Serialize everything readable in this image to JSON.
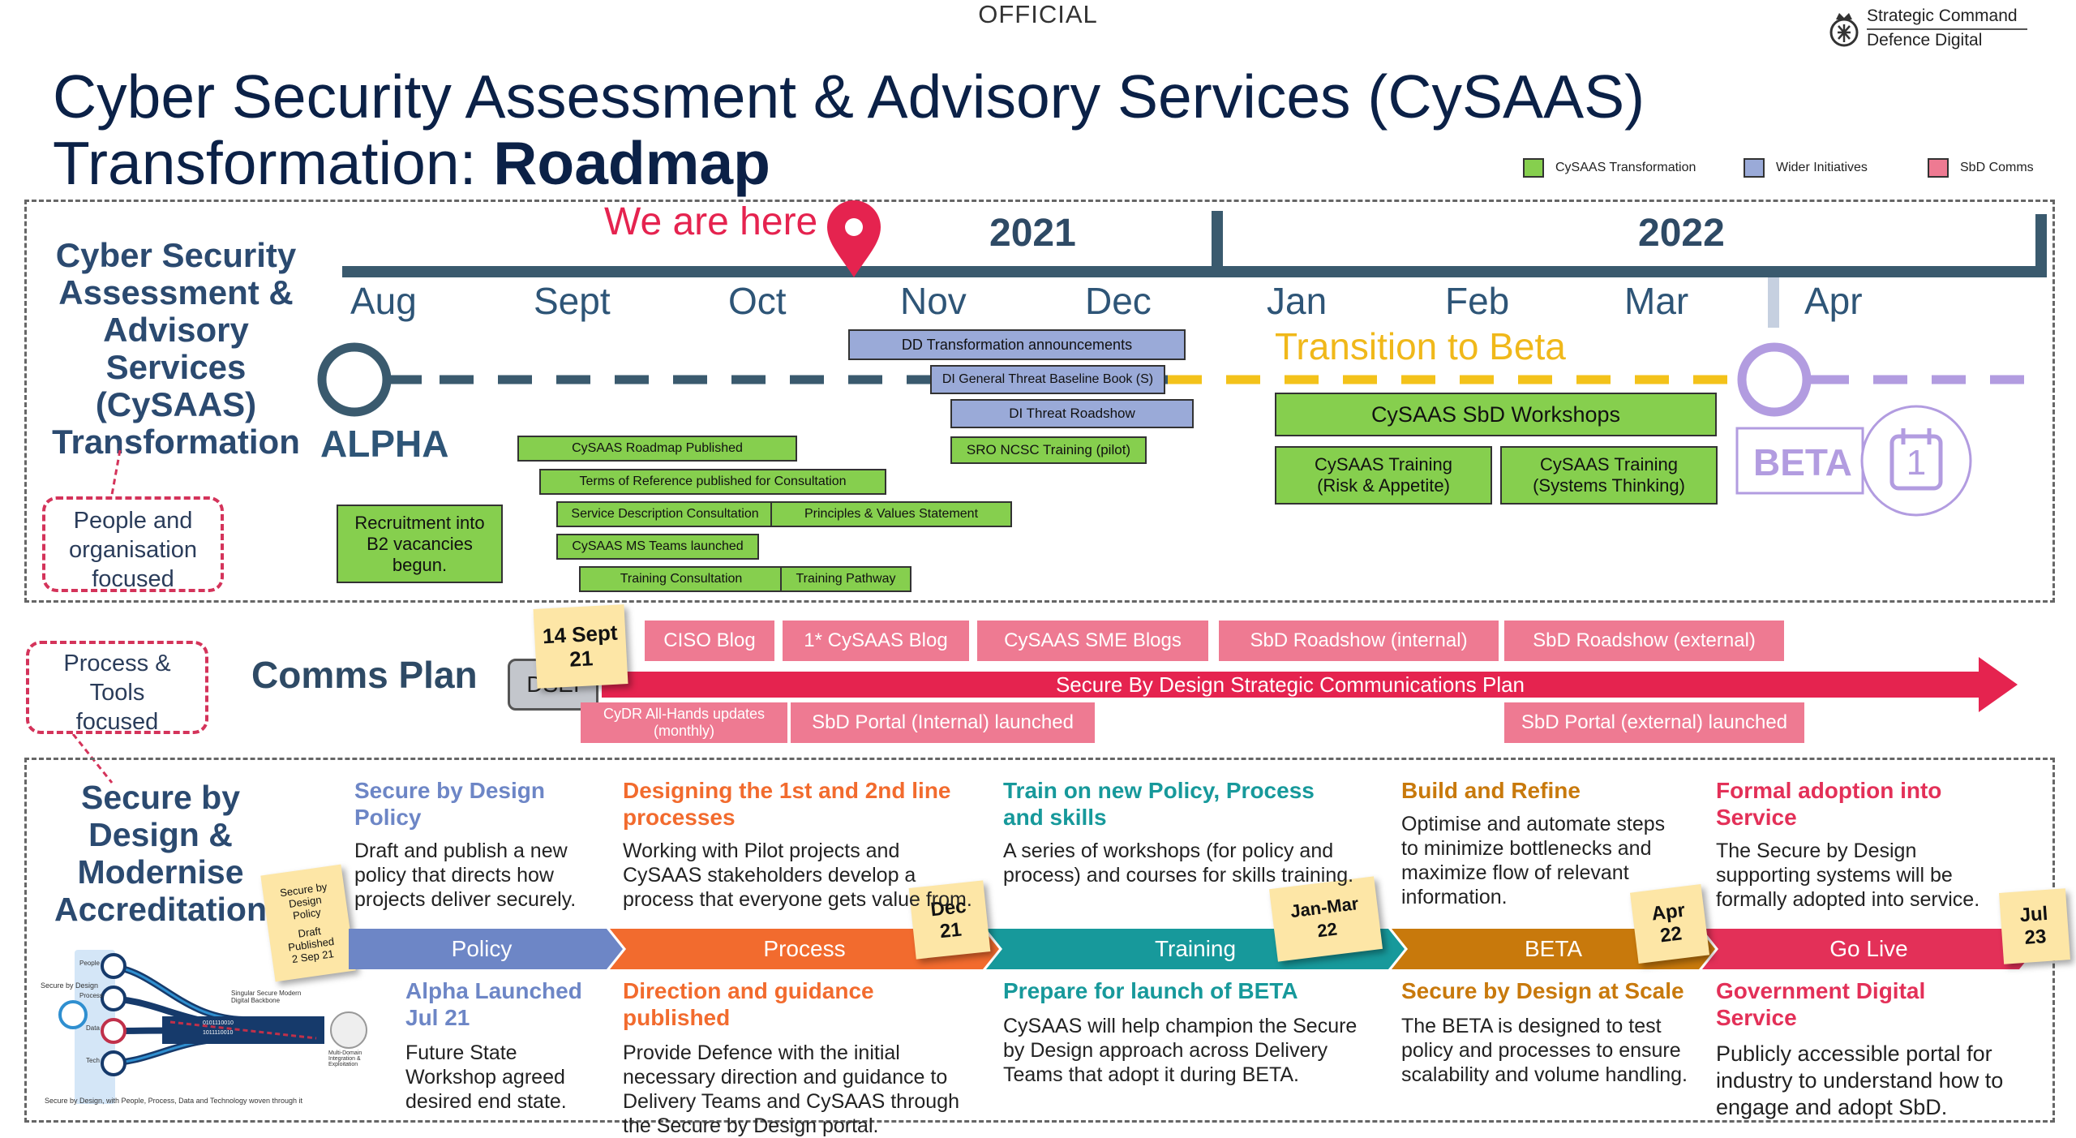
{
  "header": {
    "classification": "OFFICIAL",
    "org_line1": "Strategic Command",
    "org_line2": "Defence Digital",
    "title_line1": "Cyber Security Assessment & Advisory Services (CySAAS)",
    "title_line2_prefix": "Transformation: ",
    "title_line2_bold": "Roadmap"
  },
  "legend": [
    {
      "label": "CySAAS Transformation",
      "color": "#86cf4e"
    },
    {
      "label": "Wider Initiatives",
      "color": "#9aaad8"
    },
    {
      "label": "SbD Comms",
      "color": "#ee7a92"
    }
  ],
  "timeline": {
    "years": [
      "2021",
      "2022"
    ],
    "months": [
      "Aug",
      "Sept",
      "Oct",
      "Nov",
      "Dec",
      "Jan",
      "Feb",
      "Mar",
      "Apr"
    ],
    "we_are_here": "We are here",
    "transition": "Transition to Beta",
    "alpha": "ALPHA",
    "beta": "BETA",
    "beta_icon_digit": "1"
  },
  "section1": {
    "heading": [
      "Cyber Security",
      "Assessment &",
      "Advisory",
      "Services",
      "(CySAAS)",
      "Transformation"
    ],
    "tag": [
      "People and",
      "organisation",
      "focused"
    ],
    "green_boxes": {
      "recruitment": [
        "Recruitment into",
        "B2 vacancies",
        "begun."
      ],
      "roadmap": "CySAAS Roadmap Published",
      "tor": "Terms of Reference published for Consultation",
      "service_desc": "Service Description Consultation",
      "principles": "Principles & Values Statement",
      "teams": "CySAAS MS Teams launched",
      "training_consult": "Training Consultation",
      "training_pathway": "Training Pathway",
      "sro": "SRO NCSC Training (pilot)",
      "workshops": "CySAAS SbD Workshops",
      "training_risk": [
        "CySAAS Training",
        "(Risk & Appetite)"
      ],
      "training_systems": [
        "CySAAS Training",
        "(Systems Thinking)"
      ]
    },
    "blue_boxes": {
      "dd": "DD Transformation announcements",
      "di_book": "DI General Threat Baseline Book (S)",
      "di_roadshow": "DI Threat Roadshow"
    }
  },
  "comms": {
    "tag": [
      "Process &",
      "Tools",
      "focused"
    ],
    "heading": "Comms Plan",
    "dsei": "DSEI",
    "note": [
      "14 Sept",
      "21"
    ],
    "arrow": "Secure By Design Strategic Communications Plan",
    "top_boxes": [
      "CISO Blog",
      "1* CySAAS Blog",
      "CySAAS SME Blogs",
      "SbD Roadshow (internal)",
      "SbD Roadshow (external)"
    ],
    "cydr": [
      "CyDR All-Hands updates",
      "(monthly)"
    ],
    "portal_internal": "SbD Portal (Internal) launched",
    "portal_external": "SbD Portal (external) launched"
  },
  "section3": {
    "heading": [
      "Secure by",
      "Design &",
      "Modernise",
      "Accreditation"
    ],
    "note_policy": [
      "Secure by",
      "Design",
      "Policy",
      "Draft",
      "Published",
      "2 Sep 21"
    ],
    "diagram_labels": {
      "left": [
        "People",
        "Process",
        "Data",
        "Tech"
      ],
      "secure": "Secure by Design",
      "backbone": "Singular Secure Modern Digital Backbone",
      "integration": "Multi-Domain Integration & Exploitation",
      "bits1": "0101110010",
      "bits2": "1011110010",
      "caption": "Secure by Design, with People, Process, Data and Technology woven through it"
    },
    "stages": [
      "Policy",
      "Process",
      "Training",
      "BETA",
      "Go Live"
    ],
    "stage_colors": [
      "#6d86c6",
      "#f26b2e",
      "#17999b",
      "#c8790c",
      "#e33058"
    ],
    "notes": [
      [
        "Dec",
        "21"
      ],
      [
        "Jan-Mar",
        "22"
      ],
      [
        "Apr",
        "22"
      ],
      [
        "Jul",
        "23"
      ]
    ],
    "top_cols": [
      {
        "title": "Secure by Design Policy",
        "body": "Draft and publish a new policy that directs how projects deliver securely."
      },
      {
        "title": "Designing the 1st and 2nd line processes",
        "body": "Working with Pilot projects and CySAAS stakeholders develop a process that everyone gets value from."
      },
      {
        "title": "Train on new Policy, Process and skills",
        "body": "A series of workshops (for policy and process) and courses for skills training."
      },
      {
        "title": "Build and Refine",
        "body": "Optimise and automate steps to minimize bottlenecks and maximize flow of relevant information."
      },
      {
        "title": "Formal adoption into Service",
        "body": "The Secure by Design supporting systems will be formally adopted into service."
      }
    ],
    "bottom_cols": [
      {
        "title": "Alpha Launched Jul 21",
        "body": "Future State Workshop agreed desired end state."
      },
      {
        "title": "Direction and guidance published",
        "body": "Provide Defence with the initial necessary direction and guidance to Delivery Teams and CySAAS through the Secure by Design portal."
      },
      {
        "title": "Prepare for launch of BETA",
        "body": "CySAAS will help champion the Secure by Design approach across Delivery Teams that adopt it during BETA."
      },
      {
        "title": "Secure by Design at Scale",
        "body": "The BETA is designed to test policy and processes to ensure scalability and volume handling."
      },
      {
        "title": "Government Digital Service",
        "body": "Publicly accessible portal for industry to understand how to engage and adopt SbD."
      }
    ]
  }
}
